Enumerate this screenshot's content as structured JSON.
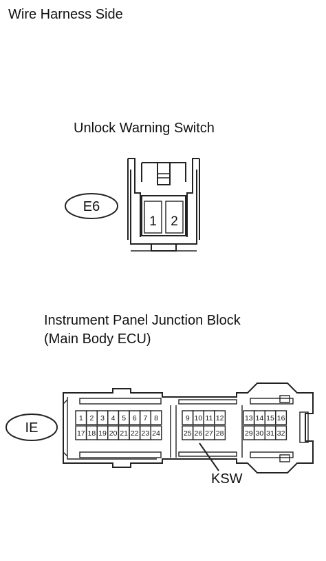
{
  "header": "Wire Harness Side",
  "connectors": [
    {
      "id": "E6",
      "title": "Unlock Warning Switch",
      "pins": [
        "1",
        "2"
      ]
    },
    {
      "id": "IE",
      "title_line1": "Instrument Panel Junction Block",
      "title_line2": "(Main Body ECU)",
      "pin_groups": [
        {
          "top": [
            "1",
            "2",
            "3",
            "4",
            "5",
            "6",
            "7",
            "8"
          ],
          "bottom": [
            "17",
            "18",
            "19",
            "20",
            "21",
            "22",
            "23",
            "24"
          ]
        },
        {
          "top": [
            "9",
            "10",
            "11",
            "12"
          ],
          "bottom": [
            "25",
            "26",
            "27",
            "28"
          ]
        },
        {
          "top": [
            "13",
            "14",
            "15",
            "16"
          ],
          "bottom": [
            "29",
            "30",
            "31",
            "32"
          ]
        }
      ],
      "callout": {
        "pin": "26",
        "label": "KSW"
      }
    }
  ]
}
